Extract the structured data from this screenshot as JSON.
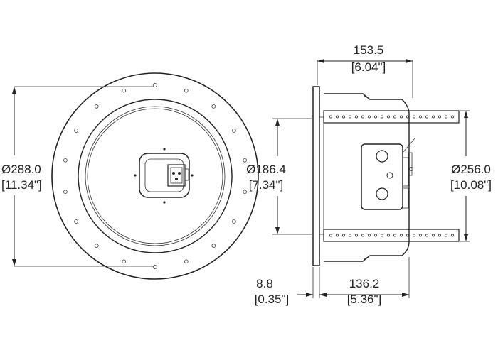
{
  "front_view": {
    "outer_diameter_mm": "Ø288.0",
    "outer_diameter_in": "[11.34\"]"
  },
  "side_view": {
    "depth_total_mm": "153.5",
    "depth_total_in": "[6.04\"]",
    "cutout_diameter_mm": "Ø186.4",
    "cutout_diameter_in": "[7.34\"]",
    "bracket_span_mm": "Ø256.0",
    "bracket_span_in": "[10.08\"]",
    "flange_thickness_mm": "8.8",
    "flange_thickness_in": "[0.35\"]",
    "body_depth_mm": "136.2",
    "body_depth_in": "[5.36\"]"
  },
  "colors": {
    "line": "#222222",
    "background": "#ffffff"
  }
}
